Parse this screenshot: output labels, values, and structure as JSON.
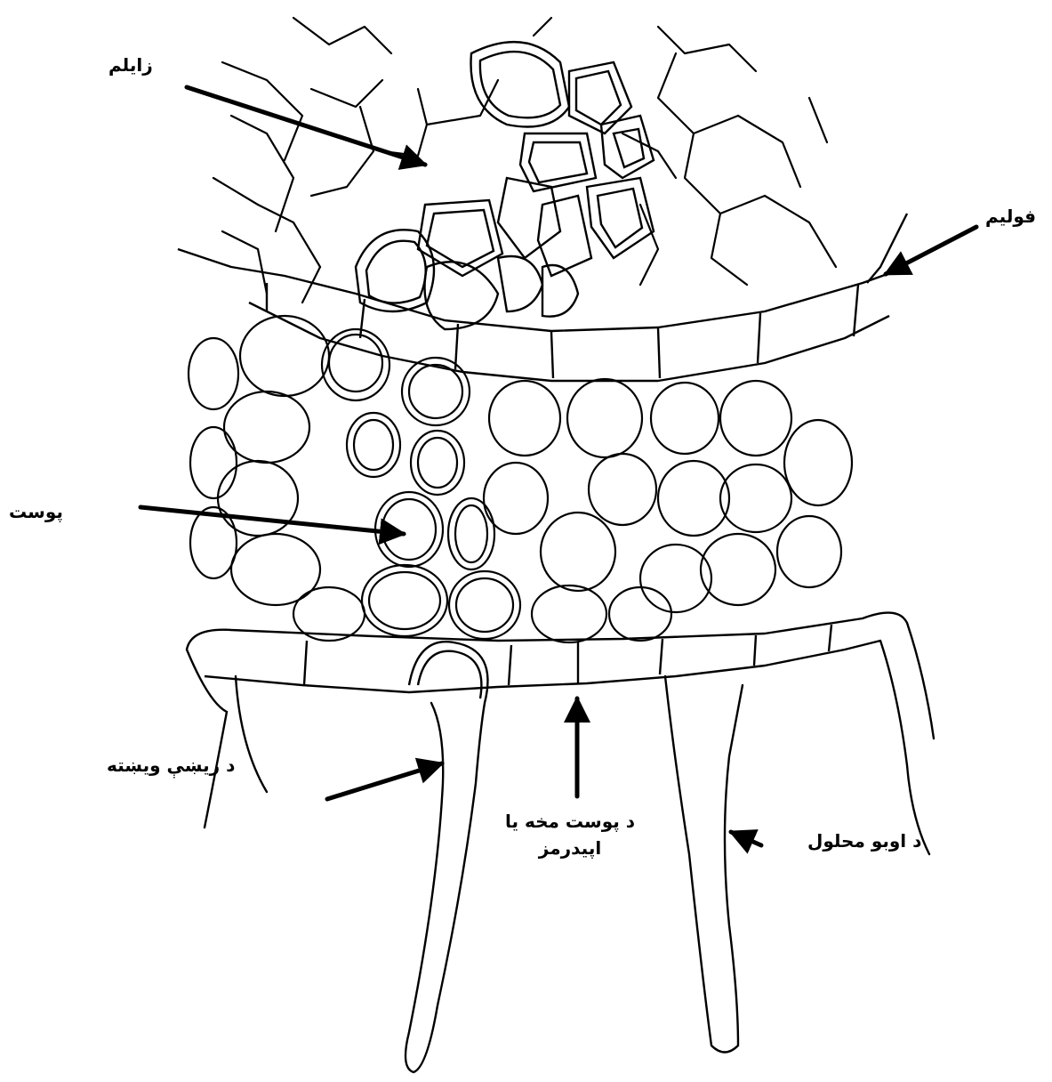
{
  "labels": {
    "xylem": "زایلم",
    "phloem": "فولیم",
    "cortex": "پوست",
    "epidermis_line1": "د پوست مخه یا",
    "epidermis_line2": "اپیدرمز",
    "root_hair": "د ریښې ویښته",
    "water_solution": "د اوبو محلول"
  },
  "colors": {
    "line": "#000000",
    "background": "#ffffff"
  }
}
